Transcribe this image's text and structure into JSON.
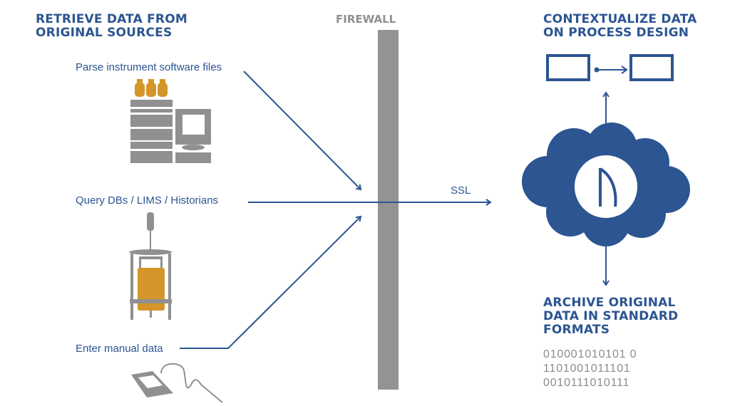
{
  "headings": {
    "retrieve_line1": "RETRIEVE DATA FROM",
    "retrieve_line2": "ORIGINAL SOURCES",
    "contextualize_line1": "CONTEXTUALIZE DATA",
    "contextualize_line2": "ON PROCESS DESIGN",
    "archive_line1": "ARCHIVE ORIGINAL",
    "archive_line2": "DATA IN STANDARD",
    "archive_line3": "FORMATS"
  },
  "sources": [
    {
      "label": "Parse instrument software files",
      "icon": "hplc-instrument-icon"
    },
    {
      "label": "Query DBs / LIMS / Historians",
      "icon": "bioreactor-icon"
    },
    {
      "label": "Enter manual data",
      "icon": "tablet-stylus-icon"
    }
  ],
  "firewall": {
    "label": "FIREWALL"
  },
  "connection": {
    "label": "SSL"
  },
  "cloud": {
    "icon": "eighth-note-logo-icon"
  },
  "binary": [
    "010001010101 0",
    "1101001011101",
    "0010111010111"
  ],
  "colors": {
    "brand_blue": "#2c5592",
    "gray": "#909090",
    "orange": "#d4952a"
  }
}
